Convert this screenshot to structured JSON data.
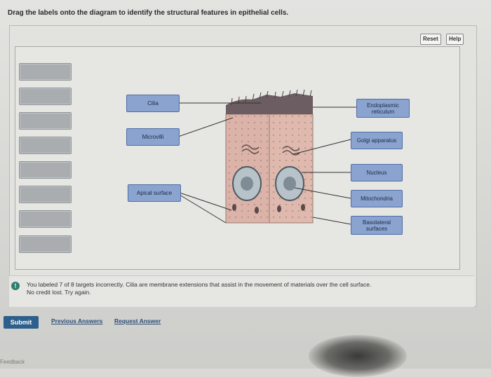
{
  "instruction": "Drag the labels onto the diagram to identify the structural features in epithelial cells.",
  "buttons": {
    "reset": "Reset",
    "help": "Help"
  },
  "placed_labels": {
    "cilia": "Cilia",
    "microvilli": "Microvilli",
    "apical_surface": "Apical surface",
    "endoplasmic_reticulum": "Endoplasmic reticulum",
    "golgi_apparatus": "Golgi apparatus",
    "nucleus": "Nucleus",
    "mitochondria": "Mitochondria",
    "basolateral_surfaces": "Basolateral surfaces"
  },
  "feedback": {
    "line1": "You labeled 7 of 8 targets incorrectly. Cilia are membrane extensions that assist in the movement of materials over the cell surface.",
    "line2": "No credit lost. Try again."
  },
  "actions": {
    "submit": "Submit",
    "previous_answers": "Previous Answers",
    "request_answer": "Request Answer"
  },
  "footer": "Feedback",
  "colors": {
    "label_fill": "#8aa3cf",
    "label_border": "#4f6ea8",
    "submit": "#2d5f8c"
  }
}
